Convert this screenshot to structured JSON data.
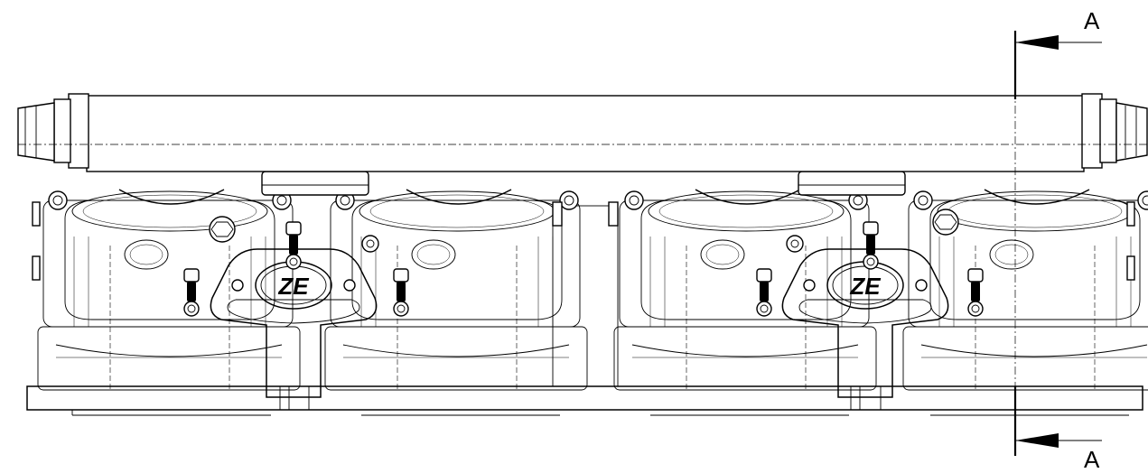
{
  "section_marker": {
    "top_label": "A",
    "bottom_label": "A"
  },
  "logo": {
    "text": "ZE"
  },
  "colors": {
    "line": "#000000",
    "background": "#ffffff"
  }
}
